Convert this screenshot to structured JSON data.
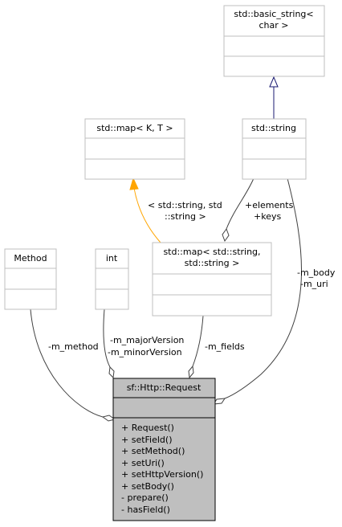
{
  "nodes": {
    "basic_string": {
      "line1": "std::basic_string<",
      "line2": "char >"
    },
    "std_map_kt": {
      "line1": "std::map< K, T >"
    },
    "std_string": {
      "line1": "std::string"
    },
    "method": {
      "line1": "Method"
    },
    "int_type": {
      "line1": "int"
    },
    "map_fields": {
      "line1": "std::map< std::string,",
      "line2": "std::string >"
    },
    "request": {
      "title": "sf::Http::Request",
      "methods": [
        "+ Request()",
        "+ setField()",
        "+ setMethod()",
        "+ setUri()",
        "+ setHttpVersion()",
        "+ setBody()",
        "- prepare()",
        "- hasField()"
      ]
    }
  },
  "edge_labels": {
    "template_args_1": "< std::string, std",
    "template_args_2": "::string >",
    "elements": "+elements",
    "keys": "+keys",
    "body": "-m_body",
    "uri": "-m_uri",
    "method": "-m_method",
    "major_version": "-m_majorVersion",
    "minor_version": "-m_minorVersion",
    "fields": "-m_fields"
  },
  "colors": {
    "box_border": "#bfbfbf",
    "main_box_fill": "#bfbfbf",
    "edge": "#404040",
    "template_edge": "#ffa500",
    "inheritance_edge": "#191970"
  }
}
